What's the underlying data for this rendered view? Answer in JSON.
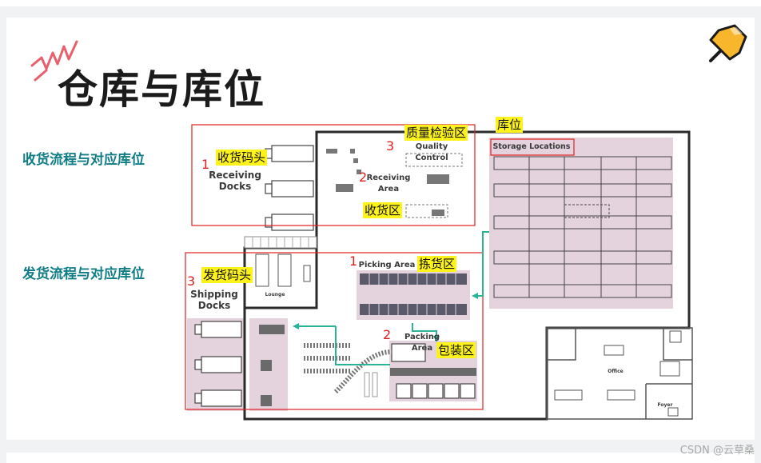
{
  "title": "仓库与库位",
  "side_labels": {
    "receiving": "收货流程与对应库位",
    "shipping": "发货流程与对应库位"
  },
  "notes": {
    "receiving_docks": "收货码头",
    "quality_control": "质量检验区",
    "storage": "库位",
    "receiving_area": "收货区",
    "picking_area": "拣货区",
    "shipping_docks": "发货码头",
    "packing_area": "包装区"
  },
  "numbers": {
    "receiving_docks": "1",
    "receiving_area": "2",
    "quality_control": "3",
    "picking_area": "1",
    "packing_area": "2",
    "shipping_docks": "3"
  },
  "plan_labels": {
    "receiving_docks": "Receiving\nDocks",
    "quality_control": "Quality Control",
    "receiving_area": "Receiving\nArea",
    "storage_locations": "Storage Locations",
    "picking_area": "Picking Area",
    "packing_area": "Packing Area",
    "shipping_docks": "Shipping\nDocks",
    "lounge": "Lounge",
    "office": "Office",
    "foyer": "Foyer"
  },
  "watermark": "CSDN @云草桑",
  "colors": {
    "accent_teal": "#0f7d86",
    "highlight": "#fdf21a",
    "frame_red": "#e02020",
    "zone_fill": "#e4d3dc",
    "flow_arrow": "#2bb39a"
  },
  "icons": [
    "pushpin-icon",
    "spark-lines-icon"
  ]
}
